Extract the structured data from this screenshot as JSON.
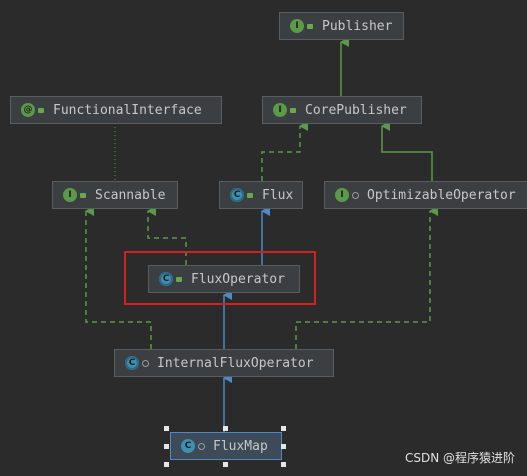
{
  "diagram": {
    "nodes": {
      "publisher": {
        "label": "Publisher",
        "icon": "interface-icon"
      },
      "core_publisher": {
        "label": "CorePublisher",
        "icon": "interface-icon"
      },
      "functional_interface": {
        "label": "FunctionalInterface",
        "icon": "annotation-icon"
      },
      "scannable": {
        "label": "Scannable",
        "icon": "interface-icon"
      },
      "flux": {
        "label": "Flux",
        "icon": "abstract-class-icon"
      },
      "optimizable_operator": {
        "label": "OptimizableOperator",
        "icon": "interface-icon"
      },
      "flux_operator": {
        "label": "FluxOperator",
        "icon": "abstract-class-icon"
      },
      "internal_flux_operator": {
        "label": "InternalFluxOperator",
        "icon": "abstract-class-icon"
      },
      "flux_map": {
        "label": "FluxMap",
        "icon": "class-icon"
      }
    },
    "icon_letters": {
      "interface": "I",
      "annotation": "@",
      "class": "C"
    },
    "colors": {
      "background": "#2b2b2b",
      "node_fill": "#3c3f41",
      "implements_edge": "#5b9a48",
      "extends_edge": "#4d8bc7",
      "highlight_border": "#d42020"
    }
  },
  "watermark": "CSDN @程序猿进阶"
}
